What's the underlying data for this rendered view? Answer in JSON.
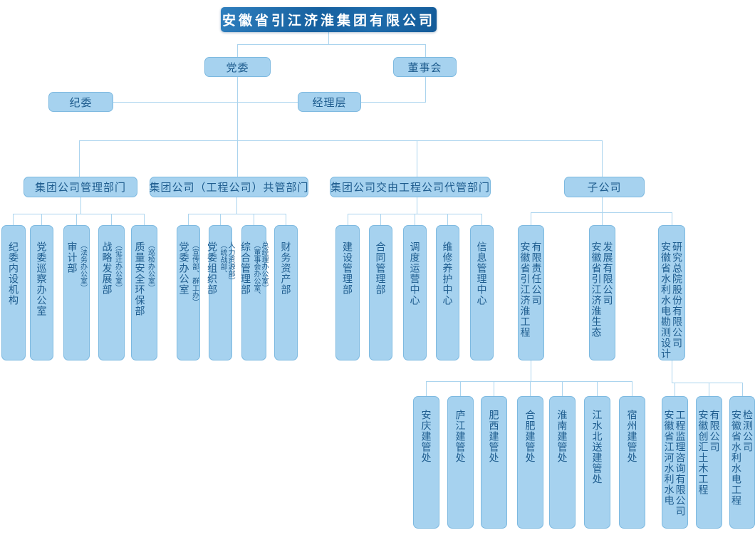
{
  "root": {
    "label": "安徽省引江济淮集团有限公司"
  },
  "level2": {
    "party_committee": "党委",
    "board_of_directors": "董事会"
  },
  "level3": {
    "discipline_committee": "纪委",
    "management_layer": "经理层"
  },
  "groups": [
    {
      "label": "集团公司管理部门",
      "children": [
        {
          "main": "纪委内设机构"
        },
        {
          "main": "党委巡察办公室"
        },
        {
          "main": "审计部",
          "sub": "（法务办公室）"
        },
        {
          "main": "战略发展部",
          "sub": "（征迁办公室）"
        },
        {
          "main": "质量安全环保部",
          "sub": "（巡检办公室）"
        }
      ]
    },
    {
      "label": "集团公司（工程公司）共管部门",
      "children": [
        {
          "main": "党委办公室",
          "sub": "（宣传部、群工办）"
        },
        {
          "main": "党委组织部",
          "sub": "（统战部、\n人力资源部）"
        },
        {
          "main": "综合管理部",
          "sub": "（董事会办公室、\n总经理办公室）"
        },
        {
          "main": "财务资产部"
        }
      ]
    },
    {
      "label": "集团公司交由工程公司代管部门",
      "children": [
        {
          "main": "建设管理部"
        },
        {
          "main": "合同管理部"
        },
        {
          "main": "调度运营中心"
        },
        {
          "main": "维修养护中心"
        },
        {
          "main": "信息管理中心"
        }
      ]
    },
    {
      "label": "子公司",
      "children": [
        {
          "main": "安徽省引江济淮工程\n有限责任公司"
        },
        {
          "main": "安徽省引江济淮生态\n发展有限公司"
        },
        {
          "main": "安徽省水利水电勘测设计\n研究总院股份有限公司"
        }
      ]
    }
  ],
  "construction_offices": [
    "安庆建管处",
    "庐江建管处",
    "肥西建管处",
    "合肥建管处",
    "淮南建管处",
    "江水北送建管处",
    "宿州建管处"
  ],
  "survey_institute_subsidiaries": [
    "安徽省江河水利水电\n工程监理咨询有限公司",
    "安徽创汇土木工程\n有限公司",
    "安徽省水利水电工程\n检测公司"
  ],
  "colors": {
    "node_fill": "#a6d2ef",
    "node_border": "#7db9e0",
    "node_text": "#1e5c8e",
    "root_fill": "#1a65a8",
    "root_text": "#ffffff",
    "connector": "#abd4ee"
  }
}
